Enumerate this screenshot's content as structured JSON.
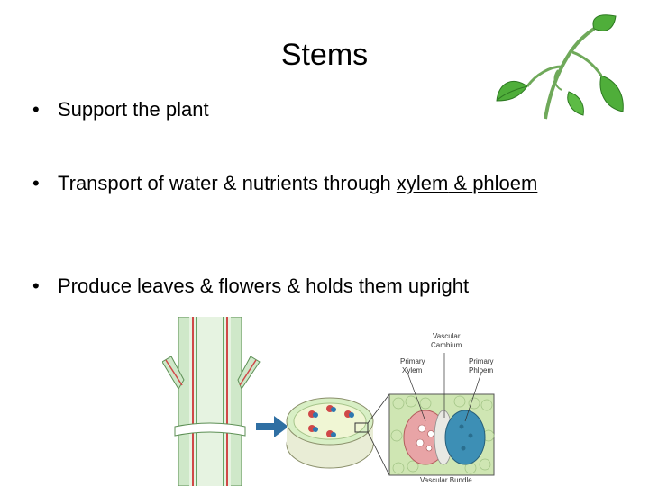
{
  "slide": {
    "title": "Stems",
    "bullets": {
      "b1": "Support the plant",
      "b2_part1": "Transport of water & nutrients through ",
      "b2_xylem": "xylem",
      "b2_and": " & ",
      "b2_phloem": "phloem",
      "b3": "Produce leaves & flowers & holds them upright"
    },
    "bullet_glyph": "•"
  },
  "diagram": {
    "label_vascular_cambium_1": "Vascular",
    "label_vascular_cambium_2": "Cambium",
    "label_primary_xylem_1": "Primary",
    "label_primary_xylem_2": "Xylem",
    "label_primary_phloem_1": "Primary",
    "label_primary_phloem_2": "Phloem",
    "label_vascular_bundle": "Vascular Bundle"
  },
  "colors": {
    "leaf": "#4fae3a",
    "stem_green": "#b9e0b3",
    "xylem_red": "#e06a6a",
    "phloem_blue": "#3d8fb5",
    "arrow": "#2f6fa3"
  }
}
